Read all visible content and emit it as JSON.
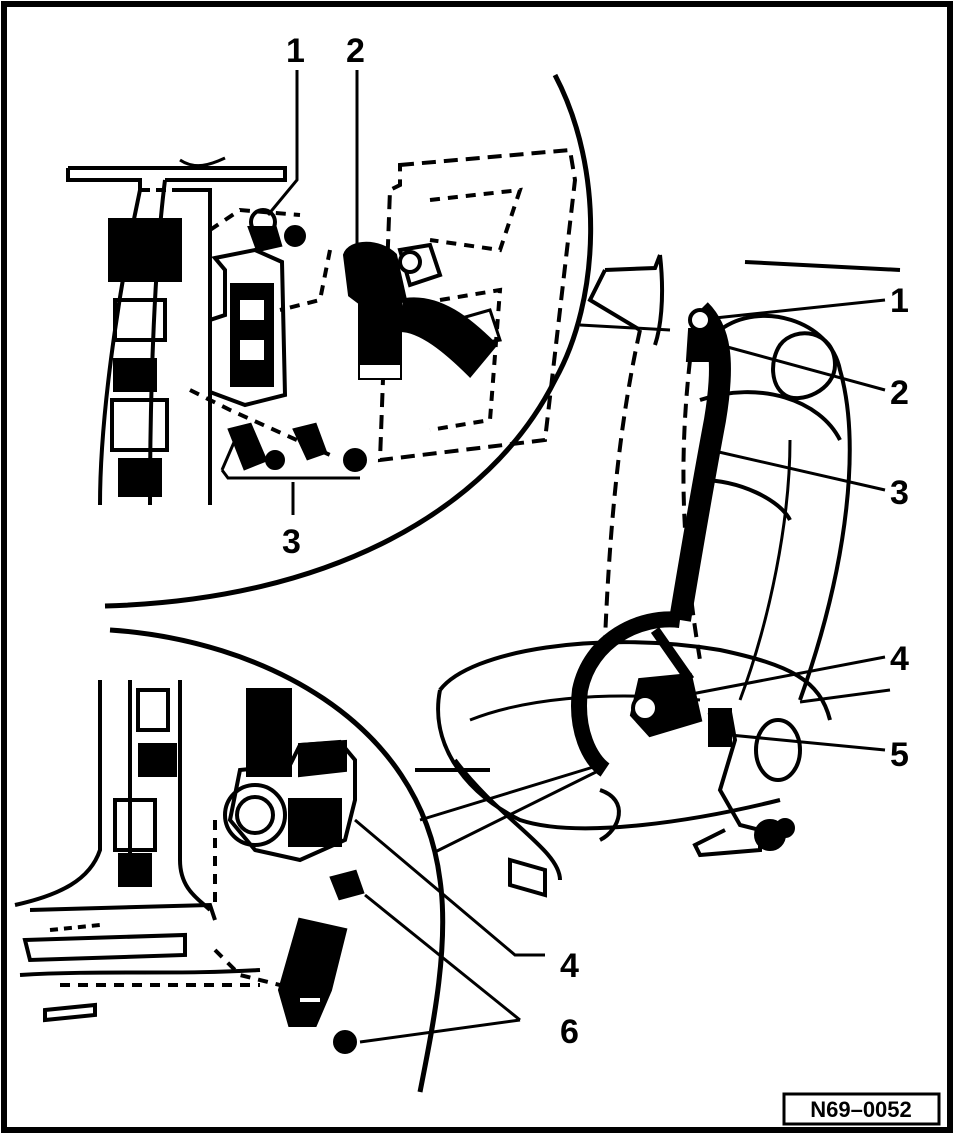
{
  "callouts": {
    "upper_left": {
      "c1": "1",
      "c2": "2",
      "c3": "3"
    },
    "right": {
      "c1": "1",
      "c2": "2",
      "c3": "3",
      "c4": "4",
      "c5": "5"
    },
    "lower_left": {
      "c4": "4",
      "c6": "6"
    }
  },
  "reference_code": "N69–0052",
  "colors": {
    "ink": "#000000",
    "paper": "#ffffff"
  }
}
